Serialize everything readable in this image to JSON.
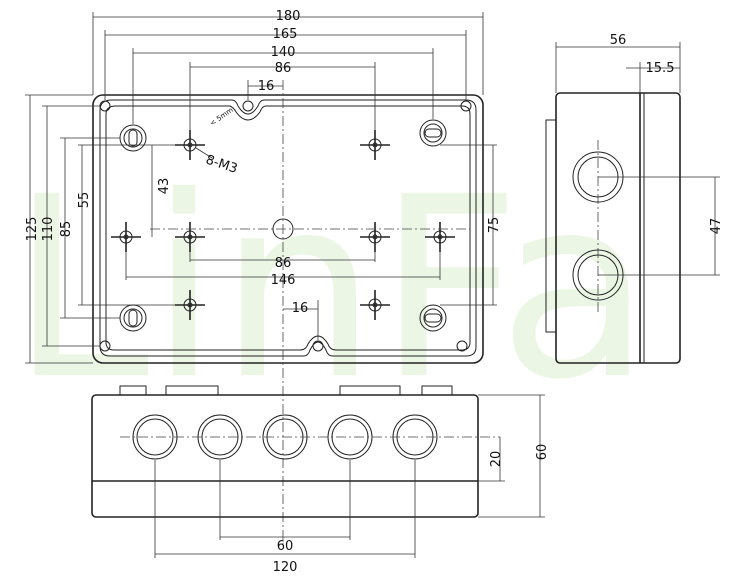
{
  "watermark": "LinFa",
  "dims": {
    "d180": "180",
    "d165": "165",
    "d140": "140",
    "d86_top": "86",
    "d16_top": "16",
    "d125": "125",
    "d110": "110",
    "d85": "85",
    "d55": "55",
    "d43": "43",
    "d75": "75",
    "d86_mid": "86",
    "d146": "146",
    "d16_bot": "16",
    "d56": "56",
    "d15_5": "15.5",
    "d47": "47",
    "d20": "20",
    "d60_v": "60",
    "d60_h": "60",
    "d120": "120"
  },
  "labels": {
    "screw": "8-M3",
    "depth": "< 5mm"
  },
  "colors": {
    "line": "#222222",
    "watermark": "#dcefd0"
  }
}
